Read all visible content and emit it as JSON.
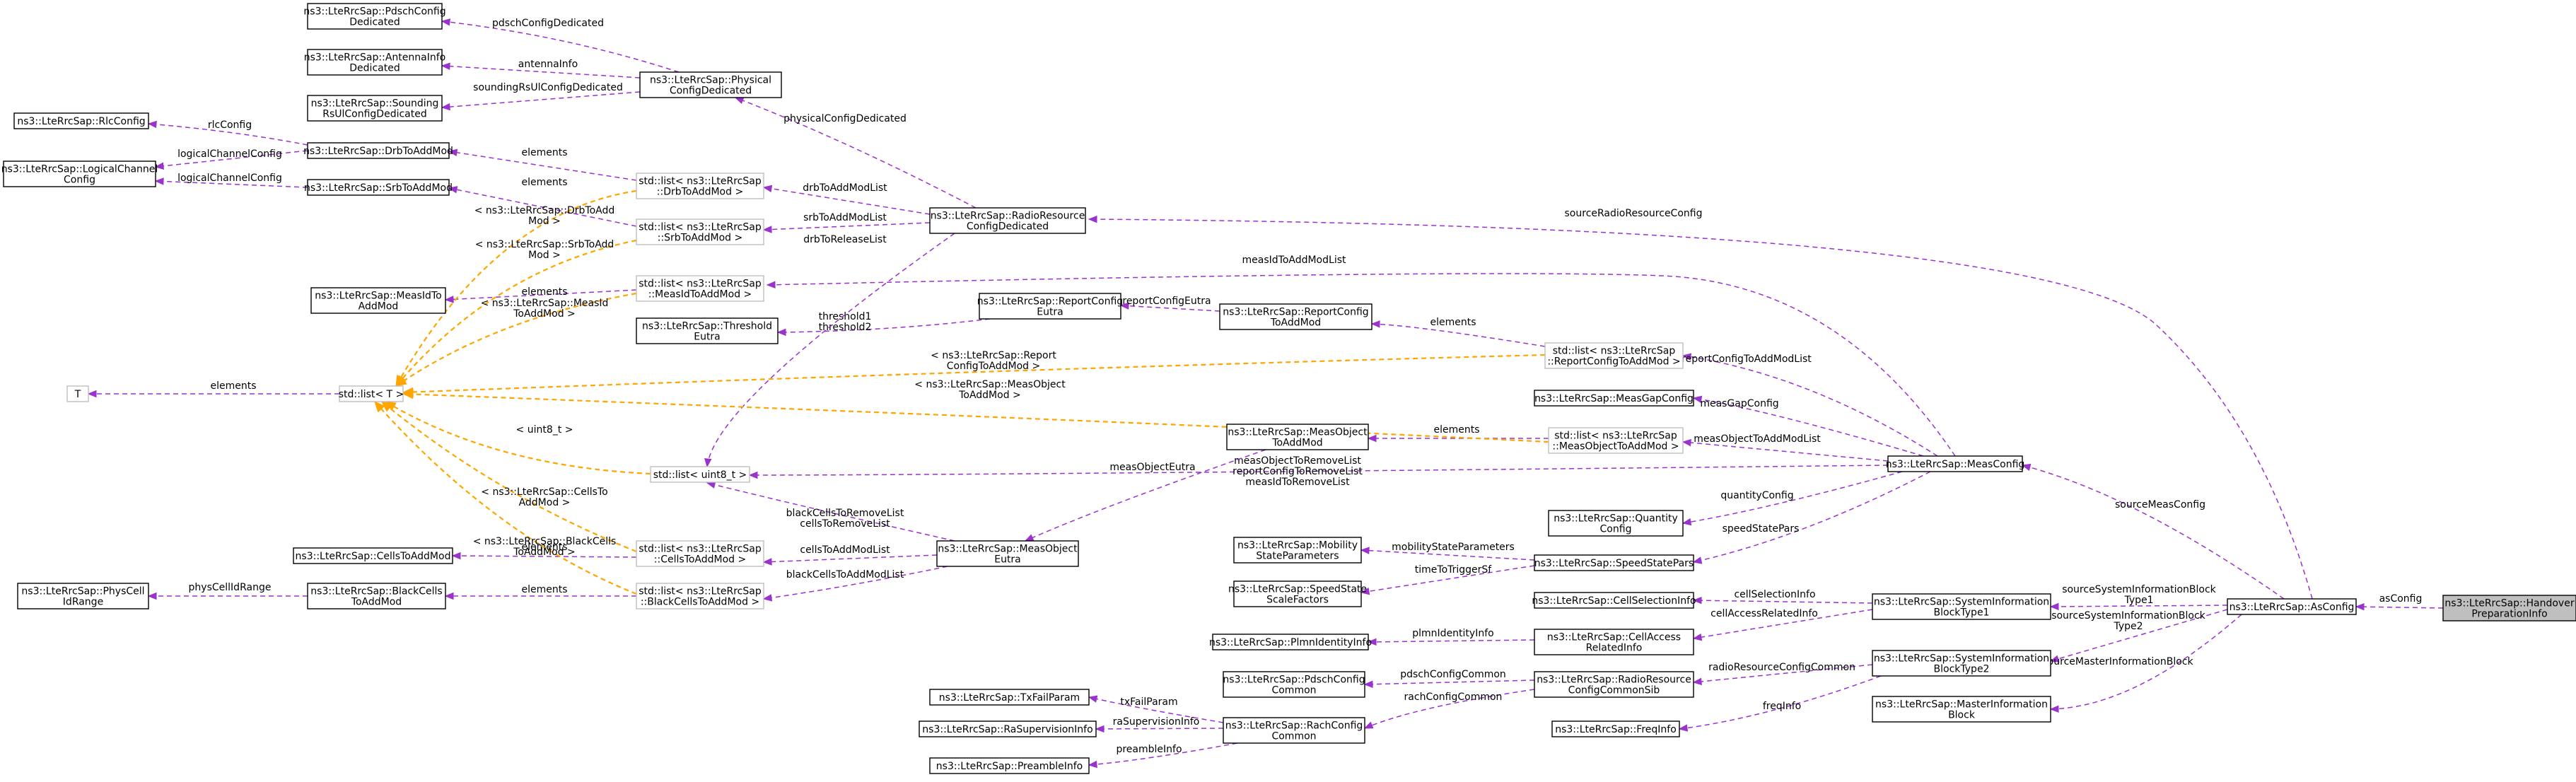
{
  "nodes": {
    "handover": [
      "ns3::LteRrcSap::Handover",
      "PreparationInfo"
    ],
    "asconfig": [
      "ns3::LteRrcSap::AsConfig"
    ],
    "sib1": [
      "ns3::LteRrcSap::SystemInformation",
      "BlockType1"
    ],
    "sib2": [
      "ns3::LteRrcSap::SystemInformation",
      "BlockType2"
    ],
    "mib": [
      "ns3::LteRrcSap::MasterInformation",
      "Block"
    ],
    "measconfig": [
      "ns3::LteRrcSap::MeasConfig"
    ],
    "rrcd": [
      "ns3::LteRrcSap::RadioResource",
      "ConfigDedicated"
    ],
    "cellsel": [
      "ns3::LteRrcSap::CellSelectionInfo"
    ],
    "cellaccess": [
      "ns3::LteRrcSap::CellAccess",
      "RelatedInfo"
    ],
    "rrccs": [
      "ns3::LteRrcSap::RadioResource",
      "ConfigCommonSib"
    ],
    "freqinfo": [
      "ns3::LteRrcSap::FreqInfo"
    ],
    "plmn": [
      "ns3::LteRrcSap::PlmnIdentityInfo"
    ],
    "pdschcc": [
      "ns3::LteRrcSap::PdschConfig",
      "Common"
    ],
    "rachcc": [
      "ns3::LteRrcSap::RachConfig",
      "Common"
    ],
    "txfail": [
      "ns3::LteRrcSap::TxFailParam"
    ],
    "rasup": [
      "ns3::LteRrcSap::RaSupervisionInfo"
    ],
    "preamble": [
      "ns3::LteRrcSap::PreambleInfo"
    ],
    "reportlist": [
      "std::list< ns3::LteRrcSap",
      "::ReportConfigToAddMod >"
    ],
    "gapconfig": [
      "ns3::LteRrcSap::MeasGapConfig"
    ],
    "measobjlist": [
      "std::list< ns3::LteRrcSap",
      "::MeasObjectToAddMod >"
    ],
    "quantity": [
      "ns3::LteRrcSap::Quantity",
      "Config"
    ],
    "speedpars": [
      "ns3::LteRrcSap::SpeedStatePars"
    ],
    "mobility": [
      "ns3::LteRrcSap::Mobility",
      "StateParameters"
    ],
    "speedscale": [
      "ns3::LteRrcSap::SpeedState",
      "ScaleFactors"
    ],
    "reportmod": [
      "ns3::LteRrcSap::ReportConfig",
      "ToAddMod"
    ],
    "reporteutra": [
      "ns3::LteRrcSap::ReportConfig",
      "Eutra"
    ],
    "threshold": [
      "ns3::LteRrcSap::Threshold",
      "Eutra"
    ],
    "measobjmod": [
      "ns3::LteRrcSap::MeasObject",
      "ToAddMod"
    ],
    "measobjeutra": [
      "ns3::LteRrcSap::MeasObject",
      "Eutra"
    ],
    "physdedicated": [
      "ns3::LteRrcSap::Physical",
      "ConfigDedicated"
    ],
    "pdschded": [
      "ns3::LteRrcSap::PdschConfig",
      "Dedicated"
    ],
    "antenna": [
      "ns3::LteRrcSap::AntennaInfo",
      "Dedicated"
    ],
    "srs": [
      "ns3::LteRrcSap::Sounding",
      "RsUlConfigDedicated"
    ],
    "rlc": [
      "ns3::LteRrcSap::RlcConfig"
    ],
    "logical": [
      "ns3::LteRrcSap::LogicalChannel",
      "Config"
    ],
    "drbmod": [
      "ns3::LteRrcSap::DrbToAddMod"
    ],
    "srbmod": [
      "ns3::LteRrcSap::SrbToAddMod"
    ],
    "measidmod": [
      "ns3::LteRrcSap::MeasIdTo",
      "AddMod"
    ],
    "drblist": [
      "std::list< ns3::LteRrcSap",
      "::DrbToAddMod >"
    ],
    "srblist": [
      "std::list< ns3::LteRrcSap",
      "::SrbToAddMod >"
    ],
    "measidlist": [
      "std::list< ns3::LteRrcSap",
      "::MeasIdToAddMod >"
    ],
    "uint8list": [
      "std::list< uint8_t >"
    ],
    "cellslist": [
      "std::list< ns3::LteRrcSap",
      "::CellsToAddMod >"
    ],
    "blacklist": [
      "std::list< ns3::LteRrcSap",
      "::BlackCellsToAddMod >"
    ],
    "cellsmod": [
      "ns3::LteRrcSap::CellsToAddMod"
    ],
    "blackmod": [
      "ns3::LteRrcSap::BlackCells",
      "ToAddMod"
    ],
    "physcell": [
      "ns3::LteRrcSap::PhysCell",
      "IdRange"
    ],
    "stdlist": [
      "std::list< T >"
    ],
    "t": [
      "T"
    ]
  },
  "edge_labels": {
    "asConfig": [
      "asConfig"
    ],
    "sourceSib1": [
      "sourceSystemInformationBlock",
      "Type1"
    ],
    "sourceSib2": [
      "sourceSystemInformationBlock",
      "Type2"
    ],
    "sourceMib": [
      "sourceMasterInformationBlock"
    ],
    "sourceMeas": [
      "sourceMeasConfig"
    ],
    "sourceRrc": [
      "sourceRadioResourceConfig"
    ],
    "cellSelectionInfo": [
      "cellSelectionInfo"
    ],
    "cellAccessRelatedInfo": [
      "cellAccessRelatedInfo"
    ],
    "radioResourceConfigCommon": [
      "radioResourceConfigCommon"
    ],
    "freqInfo": [
      "freqInfo"
    ],
    "plmnIdentityInfo": [
      "plmnIdentityInfo"
    ],
    "pdschConfigCommon": [
      "pdschConfigCommon"
    ],
    "rachConfigCommon": [
      "rachConfigCommon"
    ],
    "txFailParam": [
      "txFailParam"
    ],
    "raSupervisionInfo": [
      "raSupervisionInfo"
    ],
    "preambleInfo": [
      "preambleInfo"
    ],
    "measIdToAddModList": [
      "measIdToAddModList"
    ],
    "reportConfigToAddModList": [
      "reportConfigToAddModList"
    ],
    "measGapConfig": [
      "measGapConfig"
    ],
    "measObjectToAddModList": [
      "measObjectToAddModList"
    ],
    "removeLists": [
      "measObjectToRemoveList",
      "reportConfigToRemoveList",
      "measIdToRemoveList"
    ],
    "quantityConfig": [
      "quantityConfig"
    ],
    "speedStatePars": [
      "speedStatePars"
    ],
    "mobilityStateParameters": [
      "mobilityStateParameters"
    ],
    "timeToTriggerSf": [
      "timeToTriggerSf"
    ],
    "elementsReport": [
      "elements"
    ],
    "reportConfigEutra": [
      "reportConfigEutra"
    ],
    "thresholds": [
      "threshold1",
      "threshold2"
    ],
    "elementsMeasObj": [
      "elements"
    ],
    "measObjectEutra": [
      "measObjectEutra"
    ],
    "physicalConfigDedicated": [
      "physicalConfigDedicated"
    ],
    "pdschConfigDedicated": [
      "pdschConfigDedicated"
    ],
    "antennaInfo": [
      "antennaInfo"
    ],
    "soundingRsUlConfigDedicated": [
      "soundingRsUlConfigDedicated"
    ],
    "drbToAddModList": [
      "drbToAddModList"
    ],
    "srbToAddModList": [
      "srbToAddModList"
    ],
    "drbToReleaseList": [
      "drbToReleaseList"
    ],
    "rlcConfig": [
      "rlcConfig"
    ],
    "logicalChannelConfig1": [
      "logicalChannelConfig"
    ],
    "logicalChannelConfig2": [
      "logicalChannelConfig"
    ],
    "elementsDrb": [
      "elements"
    ],
    "elementsSrb": [
      "elements"
    ],
    "elementsMeasId": [
      "elements"
    ],
    "elementsCells": [
      "elements"
    ],
    "elementsBlack": [
      "elements"
    ],
    "cellsLists": [
      "blackCellsToRemoveList",
      "cellsToRemoveList"
    ],
    "cellsToAddModList": [
      "cellsToAddModList"
    ],
    "blackCellsToAddModList": [
      "blackCellsToAddModList"
    ],
    "physCellIdRange": [
      "physCellIdRange"
    ],
    "elementsT": [
      "elements"
    ],
    "tDrb": [
      "< ns3::LteRrcSap::DrbToAdd",
      "Mod >"
    ],
    "tSrb": [
      "< ns3::LteRrcSap::SrbToAdd",
      "Mod >"
    ],
    "tMeasId": [
      "< ns3::LteRrcSap::MeasId",
      "ToAddMod >"
    ],
    "tReport": [
      "< ns3::LteRrcSap::Report",
      "ConfigToAddMod >"
    ],
    "tMeasObj": [
      "< ns3::LteRrcSap::MeasObject",
      "ToAddMod >"
    ],
    "tUint8": [
      "< uint8_t >"
    ],
    "tCells": [
      "< ns3::LteRrcSap::CellsTo",
      "AddMod >"
    ],
    "tBlack": [
      "< ns3::LteRrcSap::BlackCells",
      "ToAddMod >"
    ]
  }
}
